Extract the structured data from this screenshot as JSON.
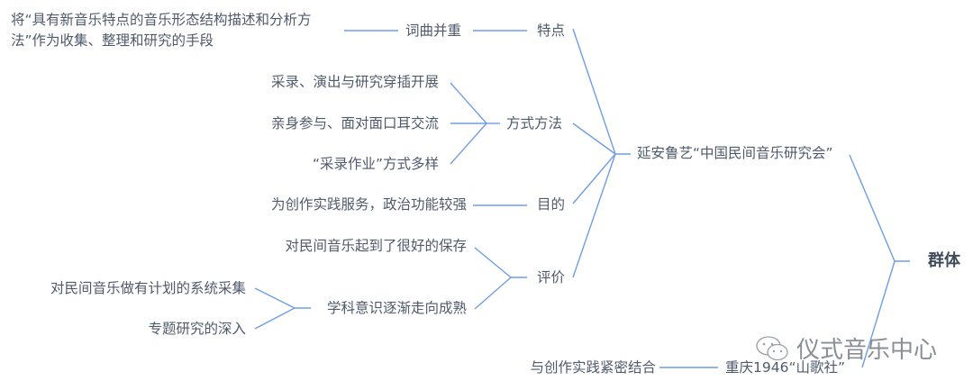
{
  "root": "群体",
  "branches": [
    {
      "label": "延安鲁艺“中国民间音乐研究会”",
      "children": [
        {
          "label": "特点",
          "child": "词曲并重",
          "detail": "将“具有新音乐特点的音乐形态结构描述和分析方法”作为收集、整理和研究的手段",
          "detail_lines": [
            "将“具有新音乐特点的音乐形态结构描述和分析方",
            "法”作为收集、整理和研究的手段"
          ]
        },
        {
          "label": "方式方法",
          "children": [
            "采录、演出与研究穿插开展",
            "亲身参与、面对面口耳交流",
            "“采录作业”方式多样"
          ]
        },
        {
          "label": "目的",
          "child": "为创作实践服务，政治功能较强"
        },
        {
          "label": "评价",
          "children": [
            "对民间音乐起到了很好的保存",
            "学科意识逐渐走向成熟"
          ],
          "sub_children": [
            "对民间音乐做有计划的系统采集",
            "专题研究的深入"
          ]
        }
      ]
    },
    {
      "label": "重庆1946“山歌社”",
      "child": "与创作实践紧密结合"
    }
  ],
  "watermark": "仪式音乐中心",
  "colors": {
    "line": "#6f9ee3",
    "text": "#4f5a6b"
  }
}
